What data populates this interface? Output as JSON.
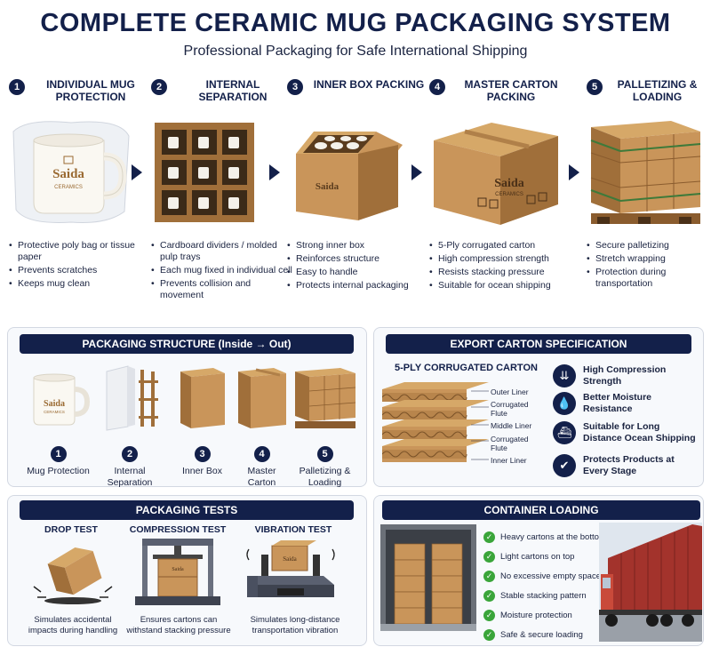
{
  "title": "COMPLETE CERAMIC MUG PACKAGING SYSTEM",
  "subtitle": "Professional Packaging for Safe International Shipping",
  "brand": {
    "name": "Saida",
    "tagline": "CERAMICS"
  },
  "steps": [
    {
      "num": "1",
      "title": "INDIVIDUAL MUG PROTECTION",
      "bullets": [
        "Protective poly bag or tissue paper",
        "Prevents scratches",
        "Keeps mug clean"
      ]
    },
    {
      "num": "2",
      "title": "INTERNAL SEPARATION",
      "bullets": [
        "Cardboard dividers / molded pulp trays",
        "Each mug fixed in individual cell",
        "Prevents collision and movement"
      ]
    },
    {
      "num": "3",
      "title": "INNER BOX PACKING",
      "bullets": [
        "Strong inner box",
        "Reinforces structure",
        "Easy to handle",
        "Protects internal packaging"
      ]
    },
    {
      "num": "4",
      "title": "MASTER CARTON PACKING",
      "bullets": [
        "5-Ply corrugated carton",
        "High compression strength",
        "Resists stacking pressure",
        "Suitable for ocean shipping"
      ]
    },
    {
      "num": "5",
      "title": "PALLETIZING & LOADING",
      "bullets": [
        "Secure palletizing",
        "Stretch wrapping",
        "Protection during transportation"
      ]
    }
  ],
  "structure": {
    "heading": "PACKAGING STRUCTURE (Inside → Out)",
    "items": [
      {
        "num": "1",
        "label": "Mug Protection"
      },
      {
        "num": "2",
        "label": "Internal Separation"
      },
      {
        "num": "3",
        "label": "Inner Box"
      },
      {
        "num": "4",
        "label": "Master Carton"
      },
      {
        "num": "5",
        "label": "Palletizing & Loading"
      }
    ]
  },
  "spec": {
    "heading": "EXPORT CARTON SPECIFICATION",
    "carton_title": "5-PLY CORRUGATED CARTON",
    "layers": [
      "Outer Liner",
      "Corrugated Flute",
      "Middle Liner",
      "Corrugated Flute",
      "Inner Liner"
    ],
    "features": [
      "High Compression Strength",
      "Better Moisture Resistance",
      "Suitable for Long Distance Ocean Shipping",
      "Protects Products at Every Stage"
    ]
  },
  "tests": {
    "heading": "PACKAGING TESTS",
    "items": [
      {
        "title": "DROP TEST",
        "desc": "Simulates accidental impacts during handling"
      },
      {
        "title": "COMPRESSION TEST",
        "desc": "Ensures cartons can withstand stacking pressure"
      },
      {
        "title": "VIBRATION TEST",
        "desc": "Simulates long-distance transportation vibration"
      }
    ]
  },
  "container": {
    "heading": "CONTAINER LOADING",
    "checks": [
      "Heavy cartons at the bottom",
      "Light cartons on top",
      "No excessive empty space",
      "Stable stacking pattern",
      "Moisture protection",
      "Safe & secure loading"
    ]
  },
  "colors": {
    "navy": "#13204a",
    "cardboard": "#c9955a",
    "cardboard_dark": "#a06f3a",
    "check_green": "#3aa53a"
  }
}
